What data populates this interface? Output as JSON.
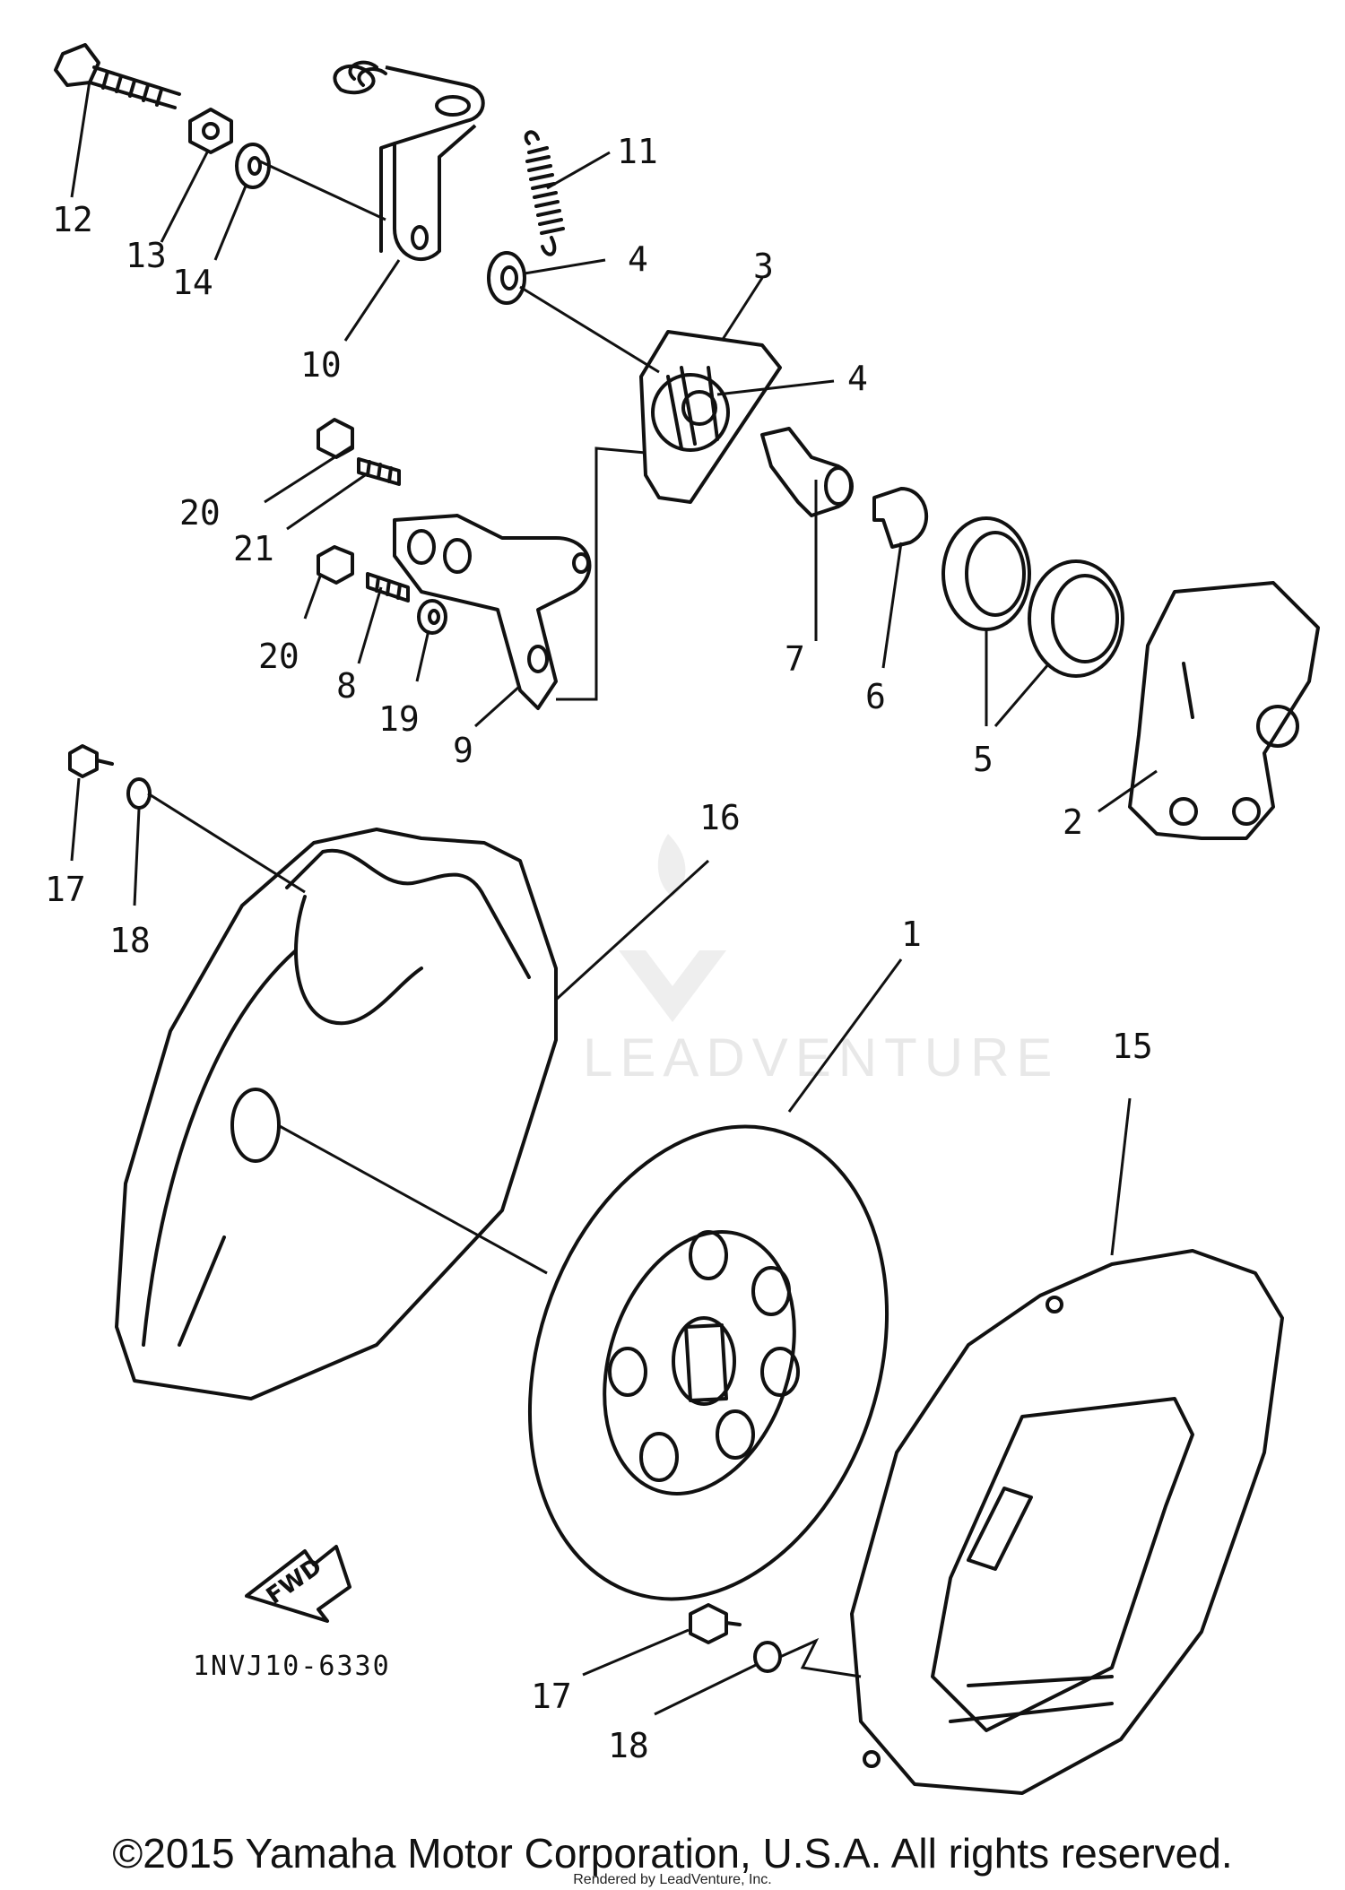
{
  "diagram": {
    "callouts": [
      {
        "id": "12",
        "label": "12"
      },
      {
        "id": "13",
        "label": "13"
      },
      {
        "id": "14",
        "label": "14"
      },
      {
        "id": "10",
        "label": "10"
      },
      {
        "id": "11",
        "label": "11"
      },
      {
        "id": "4a",
        "label": "4"
      },
      {
        "id": "3",
        "label": "3"
      },
      {
        "id": "4b",
        "label": "4"
      },
      {
        "id": "20a",
        "label": "20"
      },
      {
        "id": "21",
        "label": "21"
      },
      {
        "id": "20b",
        "label": "20"
      },
      {
        "id": "8",
        "label": "8"
      },
      {
        "id": "19",
        "label": "19"
      },
      {
        "id": "9",
        "label": "9"
      },
      {
        "id": "7",
        "label": "7"
      },
      {
        "id": "6",
        "label": "6"
      },
      {
        "id": "5",
        "label": "5"
      },
      {
        "id": "2",
        "label": "2"
      },
      {
        "id": "17a",
        "label": "17"
      },
      {
        "id": "18a",
        "label": "18"
      },
      {
        "id": "16",
        "label": "16"
      },
      {
        "id": "1",
        "label": "1"
      },
      {
        "id": "15",
        "label": "15"
      },
      {
        "id": "17b",
        "label": "17"
      },
      {
        "id": "18b",
        "label": "18"
      }
    ],
    "fwd_label": "FWD",
    "diagram_code": "1NVJ10-6330"
  },
  "watermark": {
    "text": "LEADVENTURE"
  },
  "footer": {
    "copyright": "©2015 Yamaha Motor Corporation, U.S.A. All rights reserved.",
    "rendered_by": "Rendered by LeadVenture, Inc."
  }
}
